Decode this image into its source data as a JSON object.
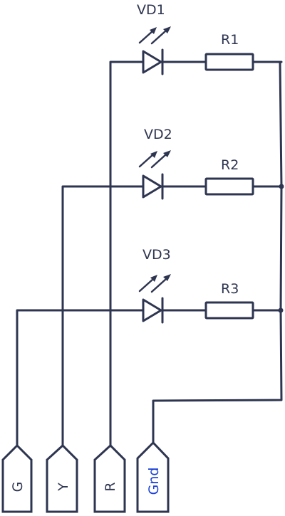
{
  "colors": {
    "wire": "#2e3550",
    "gnd_text": "#1a3fd6"
  },
  "components": {
    "vd1": "VD1",
    "vd2": "VD2",
    "vd3": "VD3",
    "r1": "R1",
    "r2": "R2",
    "r3": "R3"
  },
  "connectors": {
    "g": "G",
    "y": "Y",
    "r": "R",
    "gnd": "Gnd"
  }
}
